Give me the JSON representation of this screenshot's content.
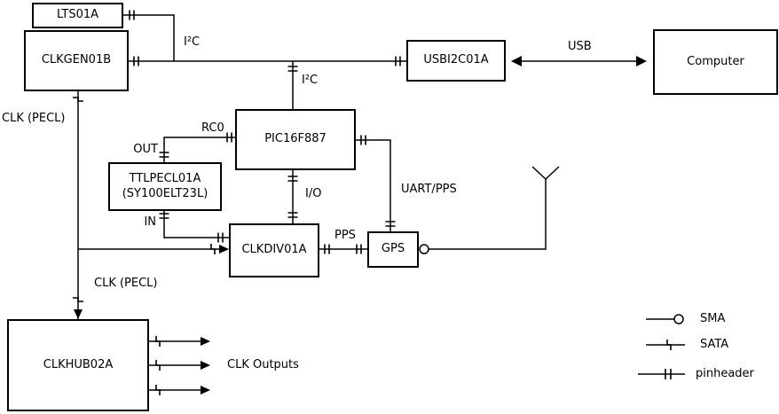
{
  "blocks": {
    "lts01a": {
      "label": "LTS01A"
    },
    "clkgen01b": {
      "label": "CLKGEN01B"
    },
    "usbi2c01a": {
      "label": "USBI2C01A"
    },
    "computer": {
      "label": "Computer"
    },
    "pic16f887": {
      "label": "PIC16F887"
    },
    "ttlpecl01a": {
      "label": "TTLPECL01A",
      "sublabel": "(SY100ELT23L)"
    },
    "clkdiv01a": {
      "label": "CLKDIV01A"
    },
    "gps": {
      "label": "GPS"
    },
    "clkhub02a": {
      "label": "CLKHUB02A"
    }
  },
  "labels": {
    "i2c_bus": "I²C",
    "i2c_branch": "I²C",
    "usb": "USB",
    "clk_pecl_main": "CLK (PECL)",
    "clk_pecl_hub": "CLK (PECL)",
    "rc0": "RC0",
    "out": "OUT",
    "in": "IN",
    "io": "I/O",
    "uart_pps": "UART/PPS",
    "pps": "PPS",
    "clk_outputs": "CLK Outputs"
  },
  "legend": {
    "sma": "SMA",
    "sata": "SATA",
    "pinheader": "pinheader"
  },
  "colors": {
    "line": "#000000",
    "background": "#ffffff",
    "box_fill": "#ffffff"
  }
}
